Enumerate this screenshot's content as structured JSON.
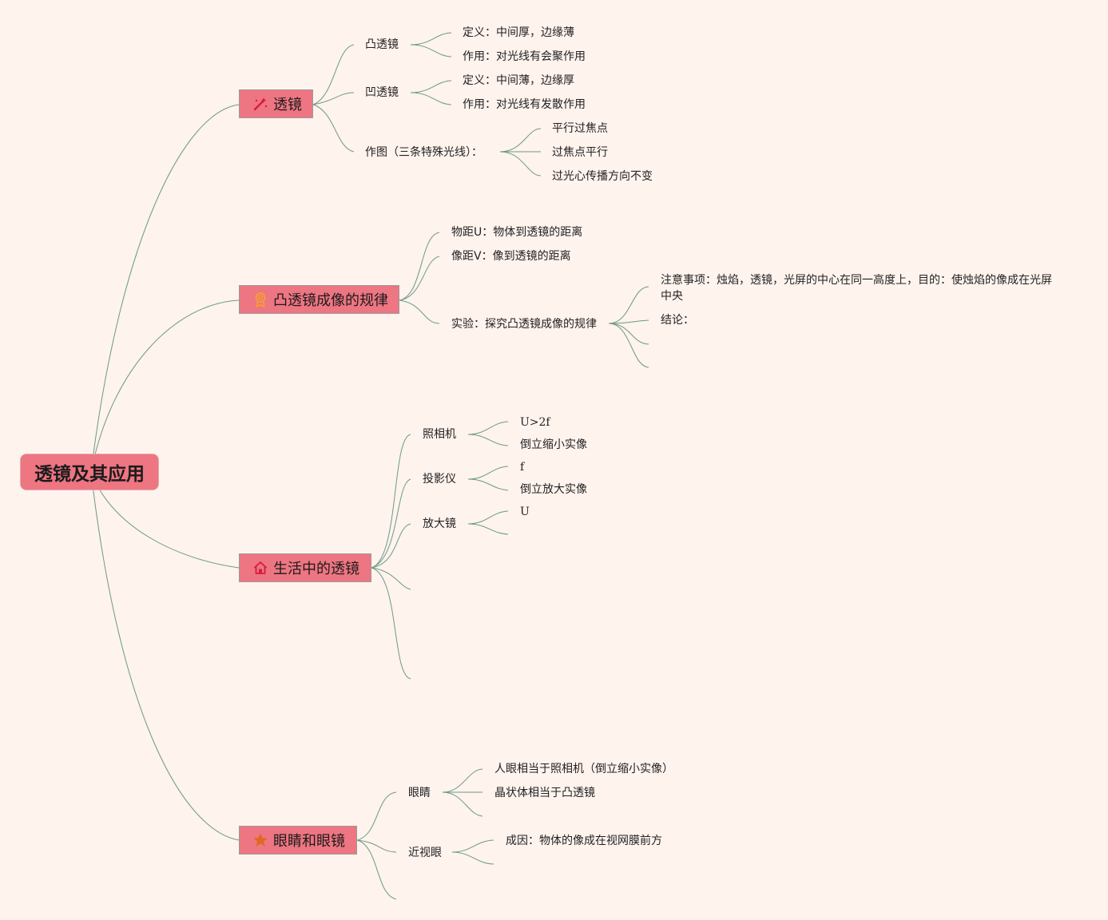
{
  "root": {
    "title": "透镜及其应用"
  },
  "branches": [
    {
      "label": "透镜",
      "icon": "magic-wand-icon",
      "children": [
        {
          "label": "凸透镜",
          "children": [
            "定义：中间厚，边缘薄",
            "作用：对光线有会聚作用"
          ]
        },
        {
          "label": "凹透镜",
          "children": [
            "定义：中间薄，边缘厚",
            "作用：对光线有发散作用"
          ]
        },
        {
          "label": "作图（三条特殊光线）：",
          "children": [
            "平行过焦点",
            "过焦点平行",
            "过光心传播方向不变"
          ]
        }
      ]
    },
    {
      "label": "凸透镜成像的规律",
      "icon": "award-ribbon-icon",
      "children": [
        {
          "label": "物距U：物体到透镜的距离"
        },
        {
          "label": "像距V：像到透镜的距离"
        },
        {
          "label": "实验：探究凸透镜成像的规律",
          "children": [
            "注意事项：烛焰，透镜，光屏的中心在同一高度上，目的：使烛焰的像成在光屏中央",
            "结论："
          ]
        }
      ]
    },
    {
      "label": "生活中的透镜",
      "icon": "home-icon",
      "children": [
        {
          "label": "照相机",
          "children": [
            "U>2f",
            "倒立缩小实像"
          ]
        },
        {
          "label": "投影仪",
          "children": [
            "f",
            "倒立放大实像"
          ]
        },
        {
          "label": "放大镜",
          "children": [
            "U"
          ]
        }
      ]
    },
    {
      "label": "眼睛和眼镜",
      "icon": "star-icon",
      "children": [
        {
          "label": "眼睛",
          "children": [
            "人眼相当于照相机（倒立缩小实像）",
            "晶状体相当于凸透镜"
          ]
        },
        {
          "label": "近视眼",
          "children": [
            "成因：物体的像成在视网膜前方"
          ]
        }
      ]
    }
  ],
  "colors": {
    "background": "#fff3ee",
    "node_fill": "#ee7582",
    "connector": "#5f8f77"
  }
}
